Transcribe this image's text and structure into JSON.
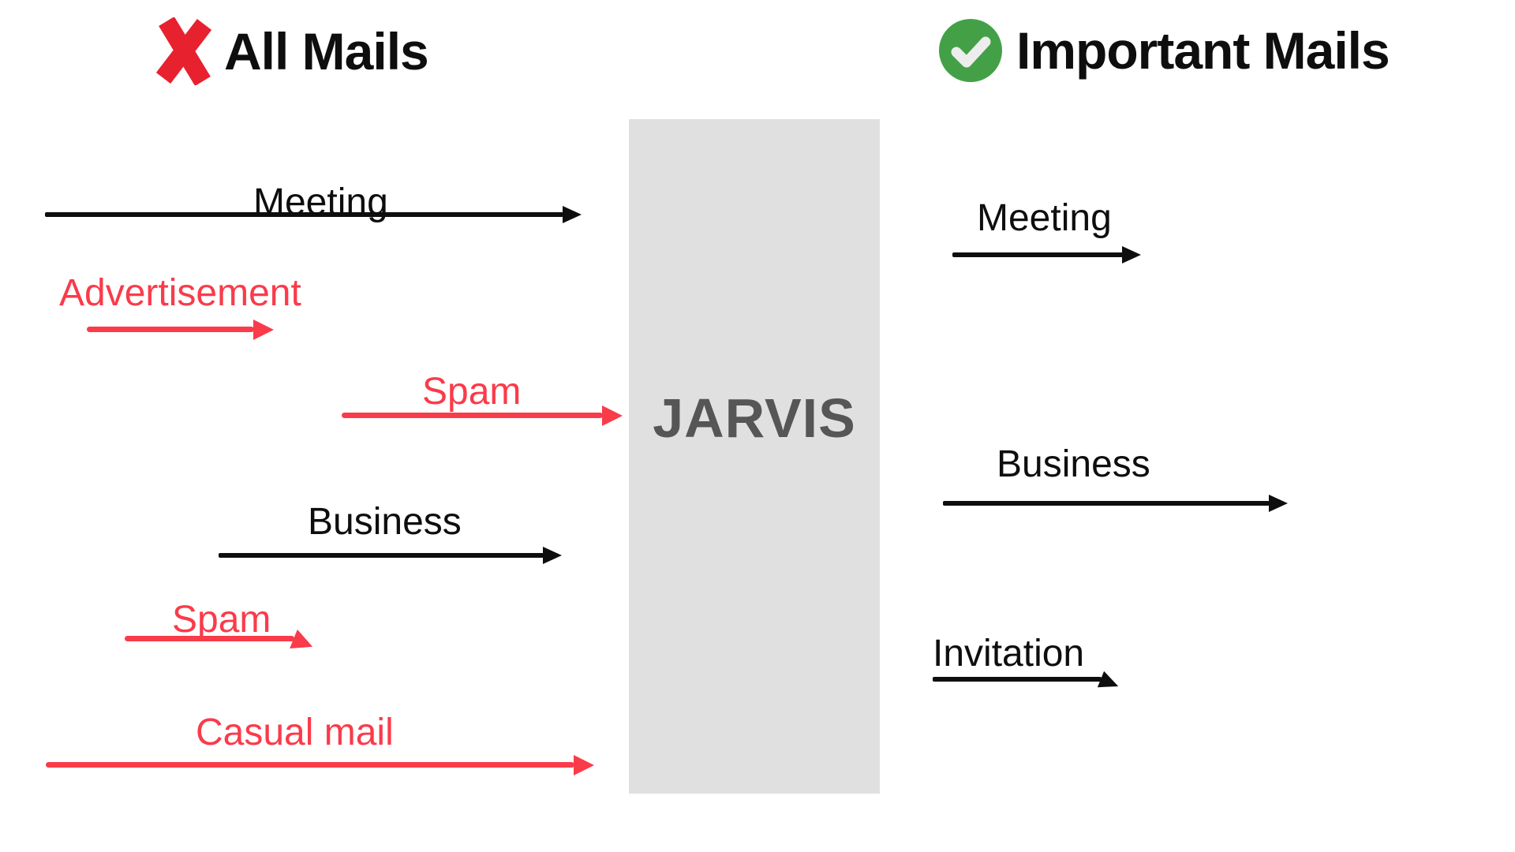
{
  "colors": {
    "black": "#0e0e0e",
    "red": "#fa3b4a",
    "x_red": "#e8212f",
    "green": "#43a047",
    "check_white": "#ededed",
    "box_bg": "#e0e0e0",
    "jarvis_text": "#565656"
  },
  "header": {
    "left": {
      "icon": "x-mark",
      "title": "All Mails"
    },
    "right": {
      "icon": "check-circle",
      "title": "Important Mails"
    }
  },
  "processor": {
    "label": "JARVIS"
  },
  "incoming": [
    {
      "label": "Meeting",
      "category": "important"
    },
    {
      "label": "Advertisement",
      "category": "unimportant"
    },
    {
      "label": "Spam",
      "category": "unimportant"
    },
    {
      "label": "Business",
      "category": "important"
    },
    {
      "label": "Spam",
      "category": "unimportant"
    },
    {
      "label": "Casual mail",
      "category": "unimportant"
    }
  ],
  "outgoing": [
    {
      "label": "Meeting"
    },
    {
      "label": "Business"
    },
    {
      "label": "Invitation"
    }
  ]
}
